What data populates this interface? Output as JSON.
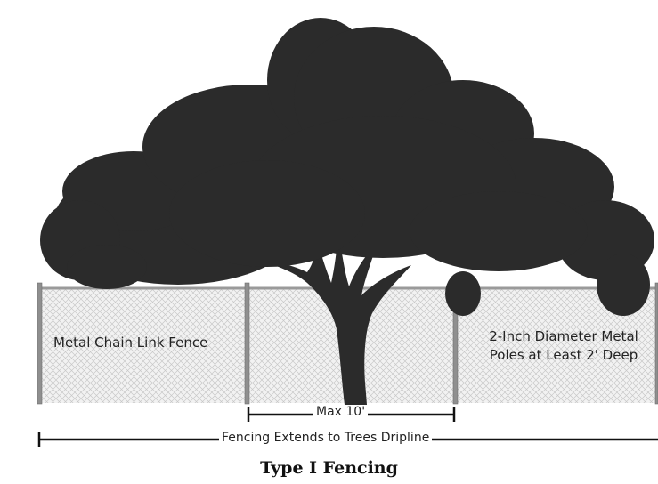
{
  "labels": {
    "fence": "Metal Chain Link Fence",
    "poles": "2-Inch Diameter Metal Poles at Least 2' Deep",
    "max_distance": "Max 10'",
    "dripline": "Fencing Extends to Trees Dripline"
  },
  "caption": "Type I Fencing",
  "colors": {
    "tree": "#2b2b2b",
    "fence_mesh": "#c9c9c9",
    "fence_post": "#8a8a8a",
    "dimension_line": "#111111"
  }
}
